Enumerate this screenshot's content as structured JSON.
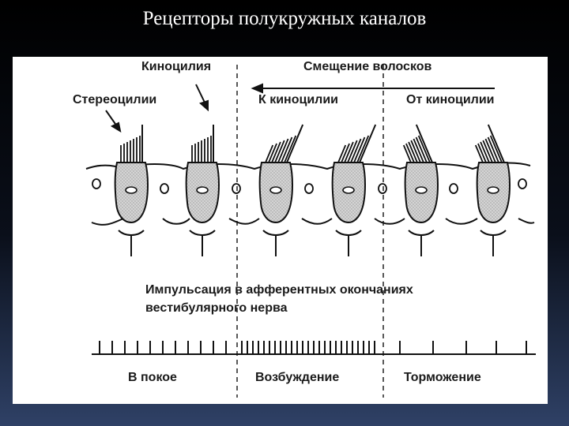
{
  "title": "Рецепторы полукружных каналов",
  "labels": {
    "kinocilia": "Киноцилия",
    "stereocilia": "Стереоцилии",
    "hair_displacement": "Смещение волосков",
    "toward_kinocilium": "К киноцилии",
    "away_from_kinocilium": "От киноцилии",
    "impulse_line1": "Импульсация в афферентных окончаниях",
    "impulse_line2": "вестибулярного нерва",
    "rest": "В покое",
    "excitation": "Возбуждение",
    "inhibition": "Торможение"
  }
}
